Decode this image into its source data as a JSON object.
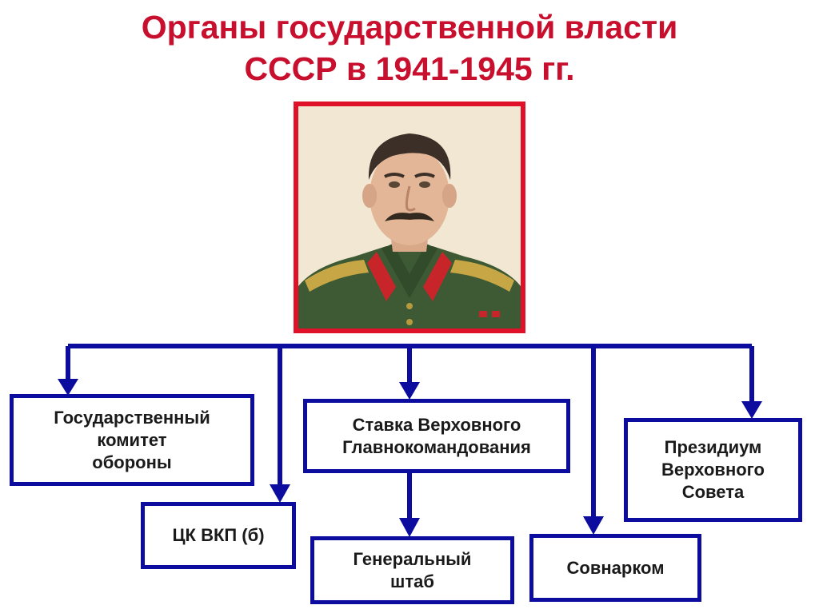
{
  "slide": {
    "title_line1": "Органы государственной власти",
    "title_line2": "СССР в 1941-1945 гг."
  },
  "portrait": {
    "frame_color": "#e0122a"
  },
  "connector_color": "#0c0c9e",
  "boxes": {
    "gko": "Государственный\nкомитет\nобороны",
    "ck": "ЦК ВКП (б)",
    "stavka": "Ставка Верховного\nГлавнокомандования",
    "genshtab": "Генеральный\nштаб",
    "sovnarkom": "Совнарком",
    "presidium": "Президиум\nВерховного\nСовета"
  }
}
